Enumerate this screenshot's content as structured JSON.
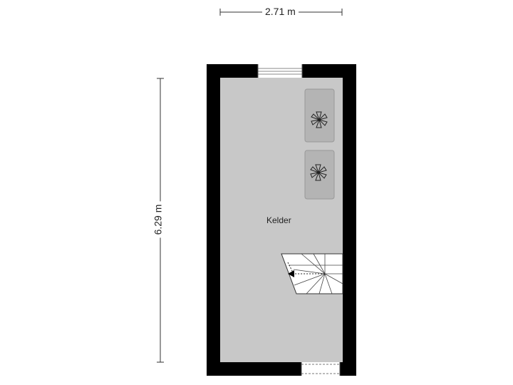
{
  "dimensions": {
    "width": "2.71 m",
    "height": "6.29 m"
  },
  "rooms": [
    {
      "name": "Kelder"
    }
  ],
  "fixtures": [
    {
      "type": "fan-unit",
      "icon": "fan-icon"
    },
    {
      "type": "fan-unit",
      "icon": "fan-icon"
    }
  ],
  "colors": {
    "wall": "#000000",
    "floor": "#c8c8c8",
    "fixture": "#b4b4b4",
    "stairs": "#ffffff"
  }
}
